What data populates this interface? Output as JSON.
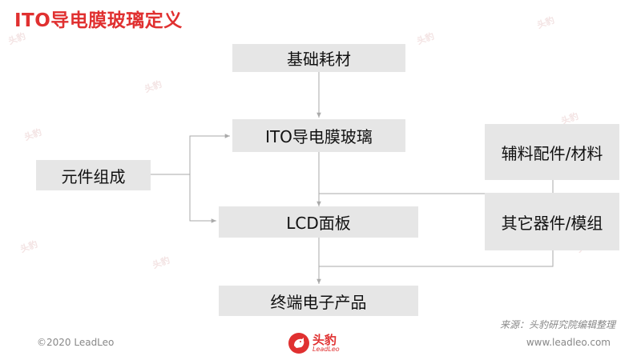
{
  "title": "ITO导电膜玻璃定义",
  "nodes": {
    "raw_materials": "基础耗材",
    "ito_glass": "ITO导电膜玻璃",
    "components": "元件组成",
    "accessories": "辅料配件/材料",
    "lcd_panel": "LCD面板",
    "other_devices": "其它器件/模组",
    "final_product": "终端电子产品"
  },
  "source": "来源：头豹研究院编辑整理",
  "footer": {
    "copyright": "©2020 LeadLeo",
    "logo_cn": "头豹",
    "logo_en": "LeadLeo",
    "url": "www.leadleo.com"
  },
  "watermark": "头豹",
  "colors": {
    "title": "#e03030",
    "box_fill": "#e6e6e6",
    "connector": "#aaaaaa",
    "brand": "#e03030"
  }
}
